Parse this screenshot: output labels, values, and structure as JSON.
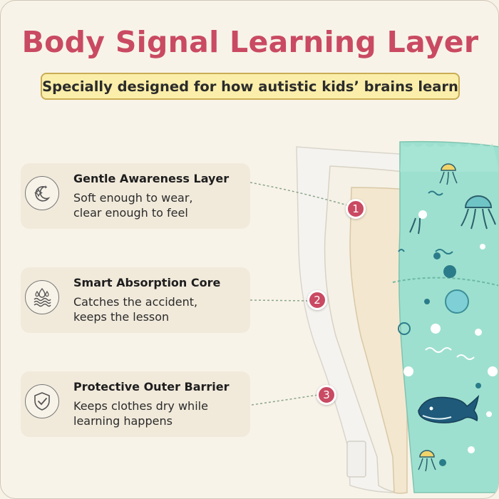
{
  "title": "Body Signal Learning Layer",
  "subtitle": "Specially designed for how autistic kids’ brains learn",
  "features": [
    {
      "number": "1",
      "title": "Gentle Awareness Layer",
      "desc": [
        "Soft enough to wear,",
        "clear enough to feel"
      ],
      "icon": "soft-moon-sparkle-icon"
    },
    {
      "number": "2",
      "title": "Smart Absorption Core",
      "desc": [
        "Catches the accident,",
        "keeps the lesson"
      ],
      "icon": "water-droplets-waves-icon"
    },
    {
      "number": "3",
      "title": "Protective Outer Barrier",
      "desc": [
        "Keeps clothes dry while",
        "learning happens"
      ],
      "icon": "shield-check-icon"
    }
  ],
  "colors": {
    "accent": "#c94a62",
    "background": "#f8f3e8",
    "card": "#f1eadb",
    "subtitle_bg": "#fbeeaa",
    "outer_fabric": "#9ee0cf"
  }
}
